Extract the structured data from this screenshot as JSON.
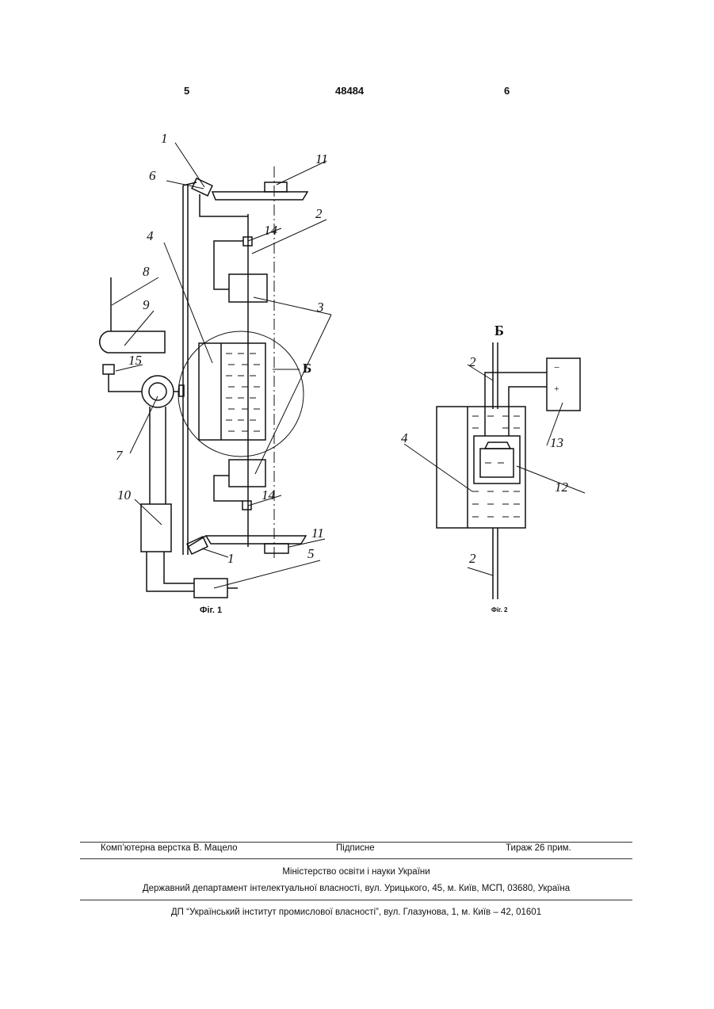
{
  "header": {
    "page_left": "5",
    "patent_number": "48484",
    "page_right": "6"
  },
  "figures": {
    "fig1": {
      "caption": "Фіг. 1",
      "labels": [
        "1",
        "6",
        "4",
        "8",
        "9",
        "15",
        "7",
        "10",
        "11",
        "2",
        "14",
        "3",
        "Б",
        "14",
        "11",
        "1",
        "5"
      ]
    },
    "fig2": {
      "caption": "Фіг. 2",
      "section_label": "Б",
      "labels": [
        "2",
        "4",
        "13",
        "12",
        "2"
      ],
      "polarity": [
        "−",
        "+"
      ]
    }
  },
  "footer": {
    "typesetting": "Комп’ютерна верстка В. Мацело",
    "signed": "Підписне",
    "circulation": "Тираж 26 прим.",
    "ministry": "Міністерство освіти і науки України",
    "department": "Державний департамент інтелектуальної власності, вул. Урицького, 45, м. Київ, МСП, 03680, Україна",
    "institute": "ДП “Український інститут промислової власності”, вул. Глазунова, 1, м. Київ – 42, 01601"
  }
}
